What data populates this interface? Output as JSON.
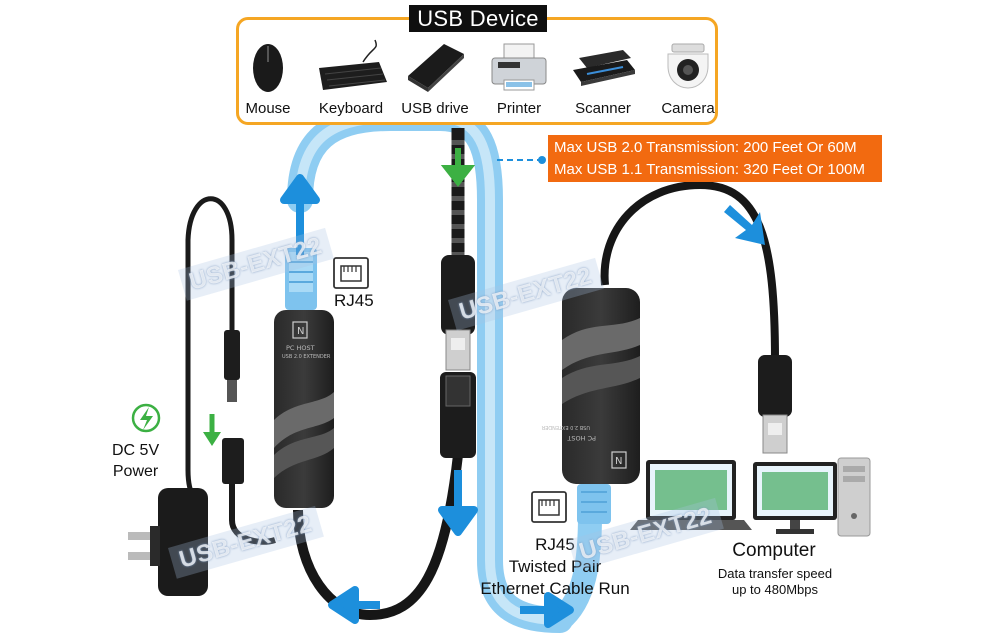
{
  "panel": {
    "title": "USB Device",
    "devices": [
      {
        "label": "Mouse",
        "icon": "mouse-icon"
      },
      {
        "label": "Keyboard",
        "icon": "keyboard-icon"
      },
      {
        "label": "USB drive",
        "icon": "usb-drive-icon"
      },
      {
        "label": "Printer",
        "icon": "printer-icon"
      },
      {
        "label": "Scanner",
        "icon": "scanner-icon"
      },
      {
        "label": "Camera",
        "icon": "camera-icon"
      }
    ]
  },
  "callout": {
    "line1": "Max USB 2.0 Transmission: 200 Feet Or 60M",
    "line2": "Max USB 1.1 Transmission: 320 Feet Or 100M"
  },
  "labels": {
    "rj45_left": "RJ45",
    "dc_line1": "DC 5V",
    "dc_line2": "Power",
    "cable_line1": "RJ45",
    "cable_line2": "Twisted Pair",
    "cable_line3": "Ethernet Cable Run",
    "computer": "Computer",
    "speed_line1": "Data transfer speed",
    "speed_line2": "up to 480Mbps",
    "host_text1": "PC HOST",
    "host_text2": "USB 2.0 EXTENDER",
    "ext_text1": "PC HOST",
    "ext_text2": "USB 2.0 EXTENDER"
  },
  "watermark": "USB-EXT22",
  "colors": {
    "accent_orange": "#f26a10",
    "panel_border": "#f5a623",
    "cable_blue": "#7ec3ee",
    "arrow_blue": "#1d8fdc",
    "power_green": "#3cb043"
  }
}
